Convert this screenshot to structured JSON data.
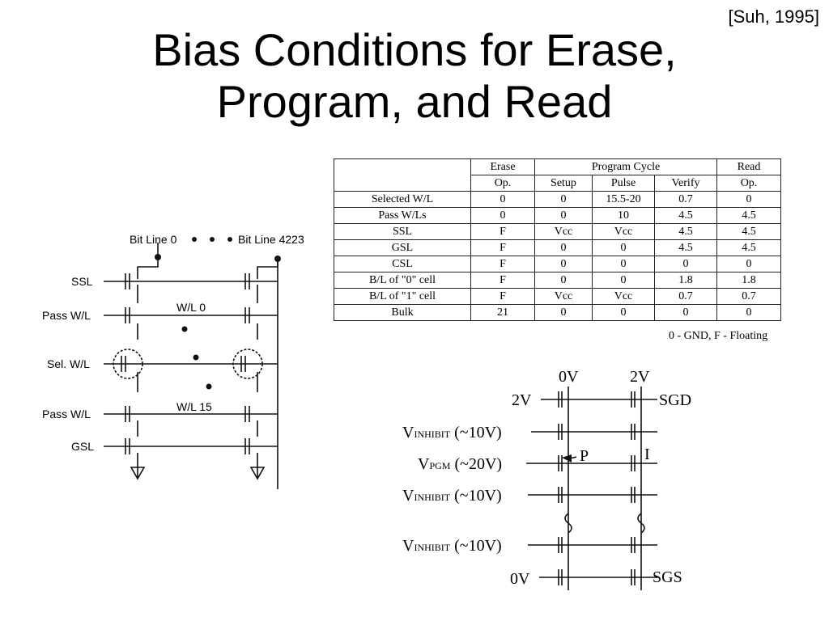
{
  "citation": "[Suh, 1995]",
  "title_line1": "Bias Conditions for Erase,",
  "title_line2": "Program, and Read",
  "table": {
    "header": {
      "erase_1": "Erase",
      "erase_2": "Op.",
      "program_cycle": "Program Cycle",
      "read_1": "Read",
      "read_2": "Op.",
      "setup": "Setup",
      "pulse": "Pulse",
      "verify": "Verify"
    },
    "rows": [
      {
        "label": "Selected W/L",
        "cells": [
          "0",
          "0",
          "15.5-20",
          "0.7",
          "0"
        ]
      },
      {
        "label": "Pass W/Ls",
        "cells": [
          "0",
          "0",
          "10",
          "4.5",
          "4.5"
        ]
      },
      {
        "label": "SSL",
        "cells": [
          "F",
          "Vcc",
          "Vcc",
          "4.5",
          "4.5"
        ]
      },
      {
        "label": "GSL",
        "cells": [
          "F",
          "0",
          "0",
          "4.5",
          "4.5"
        ]
      },
      {
        "label": "CSL",
        "cells": [
          "F",
          "0",
          "0",
          "0",
          "0"
        ]
      },
      {
        "label": "B/L of \"0\" cell",
        "cells": [
          "F",
          "0",
          "0",
          "1.8",
          "1.8"
        ]
      },
      {
        "label": "B/L of \"1\" cell",
        "cells": [
          "F",
          "Vcc",
          "Vcc",
          "0.7",
          "0.7"
        ]
      },
      {
        "label": "Bulk",
        "cells": [
          "21",
          "0",
          "0",
          "0",
          "0"
        ]
      }
    ],
    "note": "0 - GND, F - Floating"
  },
  "left_schematic": {
    "bitline0": "Bit Line 0",
    "bitline_last": "Bit Line 4223",
    "ssl": "SSL",
    "pass_top": "Pass W/L",
    "sel": "Sel. W/L",
    "pass_bottom": "Pass W/L",
    "gsl": "GSL",
    "wl0": "W/L 0",
    "wl15": "W/L 15"
  },
  "right_schematic": {
    "top_left_v": "0V",
    "top_right_v": "2V",
    "sgd_v": "2V",
    "sgd": "SGD",
    "v_inhibit_main": "V",
    "v_inhibit_sub": "INHIBIT",
    "v_inhibit_value": " (~10V)",
    "v_pgm_main": "V",
    "v_pgm_sub": "PGM",
    "v_pgm_value": " (~20V)",
    "p": "P",
    "i": "I",
    "sgs_v": "0V",
    "sgs": "SGS"
  }
}
